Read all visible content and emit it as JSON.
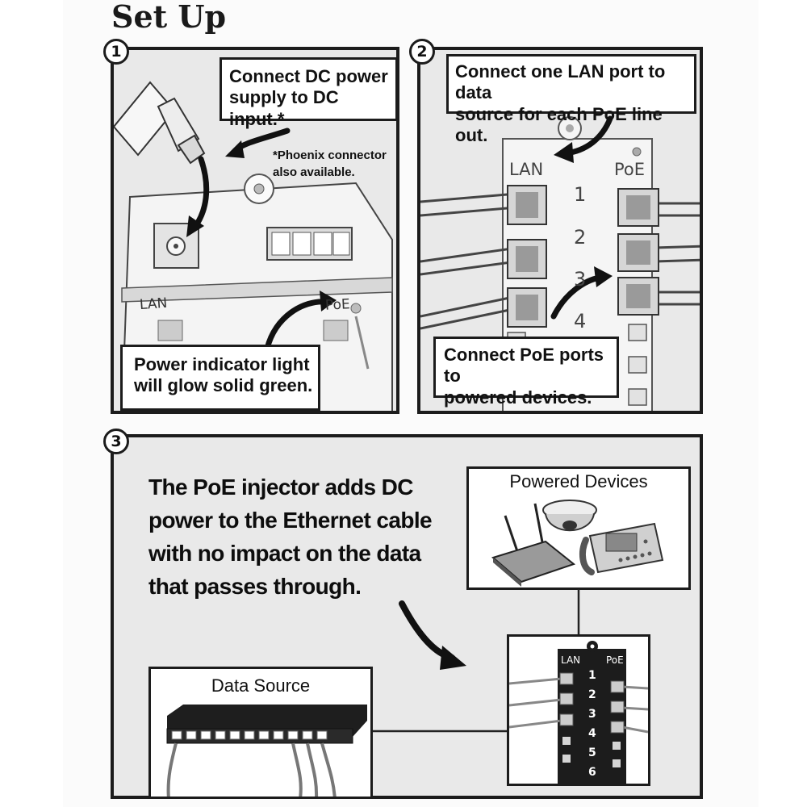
{
  "title": "Set Up",
  "steps": [
    {
      "number": "1",
      "callout_line1": "Connect DC power",
      "callout_line2": "supply to DC input.*",
      "note_line1": "*Phoenix connector",
      "note_line2": "also available.",
      "bottom_line1": "Power indicator light",
      "bottom_line2": "will glow solid green.",
      "device_lan_label": "LAN",
      "device_poe_label": "PoE"
    },
    {
      "number": "2",
      "callout_line1": "Connect one LAN port to data",
      "callout_line2": "source for each PoE line out.",
      "bottom_line1": "Connect PoE ports to",
      "bottom_line2": "powered  devices.",
      "lan_label": "LAN",
      "poe_label": "PoE",
      "port_numbers": [
        "1",
        "2",
        "3",
        "4"
      ]
    },
    {
      "number": "3",
      "description_lines": [
        "The PoE injector adds DC",
        "power to the Ethernet cable",
        "with no impact on the data",
        "that passes through."
      ],
      "powered_devices_title": "Powered Devices",
      "data_source_title": "Data Source",
      "injector_lan_label": "LAN",
      "injector_poe_label": "PoE",
      "injector_port_numbers": [
        "1",
        "2",
        "3",
        "4",
        "5",
        "6"
      ]
    }
  ],
  "colors": {
    "panel_bg": "#e9e9e9",
    "border": "#1c1c1c",
    "callout_bg": "#ffffff",
    "injector_body": "#1a1a1a"
  }
}
